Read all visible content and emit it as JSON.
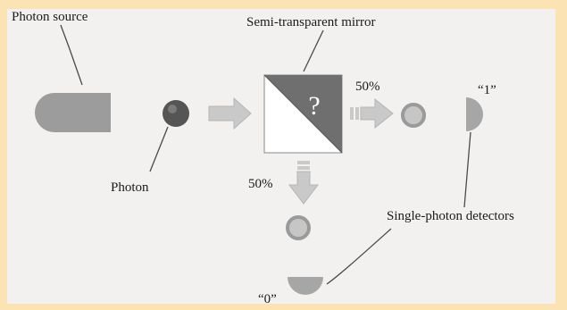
{
  "labels": {
    "photon_source": "Photon source",
    "mirror": "Semi-transparent mirror",
    "photon": "Photon",
    "pct_right": "50%",
    "pct_down": "50%",
    "detector_one": "“1”",
    "detector_zero": "“0”",
    "detectors": "Single-photon detectors",
    "mirror_mark": "?"
  },
  "colors": {
    "page_bg": "#fbe3b3",
    "panel_bg": "#f3f1ef",
    "source_fill": "#9c9c9c",
    "photon_fill": "#555555",
    "arrow_fill": "#c9c9c9",
    "mirror_dark": "#6f6f6f",
    "detector_fill": "#a6a6a6",
    "ring_fill": "#c6c6c6",
    "ring_stroke": "#9a9a9a",
    "line_color": "#4a4a4a"
  }
}
